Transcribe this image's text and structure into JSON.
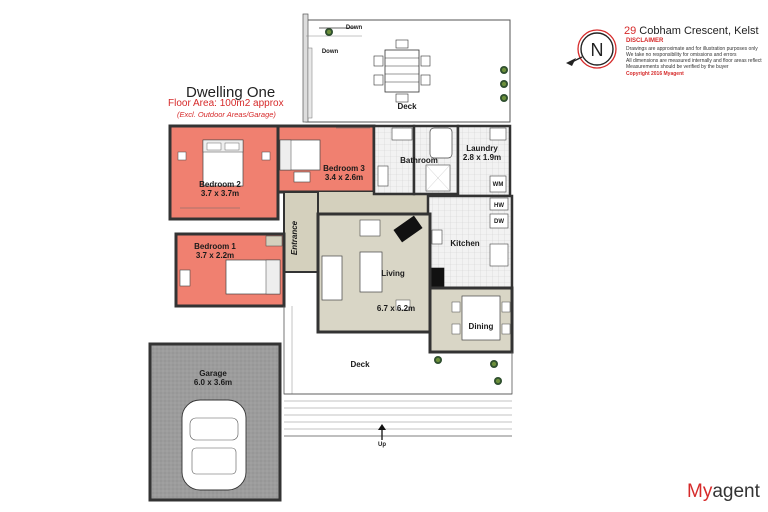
{
  "header": {
    "dwelling_title": "Dwelling One",
    "floor_area": "Floor Area: 100m2 approx",
    "floor_area_note": "(Excl. Outdoor Areas/Garage)"
  },
  "address": {
    "number": "29",
    "street": " Cobham Crescent, Kelst"
  },
  "disclaimer": {
    "title": "DISCLAIMER",
    "lines": [
      "Drawings are approximate and for illustration purposes only",
      "We take no responsibility for omissions and errors",
      "All dimensions are measured internally and floor areas reflect",
      "Measurements should be verified by the buyer"
    ],
    "copyright": "Copyright 2016   Myagent"
  },
  "compass": {
    "letter": "N"
  },
  "rooms": {
    "bedroom2": {
      "name": "Bedroom 2",
      "size": "3.7 x 3.7m"
    },
    "bedroom3": {
      "name": "Bedroom 3",
      "size": "3.4 x 2.6m"
    },
    "bedroom1": {
      "name": "Bedroom 1",
      "size": "3.7 x 2.2m"
    },
    "bathroom": {
      "name": "Bathroom"
    },
    "laundry": {
      "name": "Laundry",
      "size": "2.8 x 1.9m"
    },
    "kitchen": {
      "name": "Kitchen"
    },
    "living": {
      "name": "Living",
      "size": "6.7 x 6.2m"
    },
    "dining": {
      "name": "Dining"
    },
    "entrance": {
      "name": "Entrance"
    },
    "garage": {
      "name": "Garage",
      "size": "6.0 x 3.6m"
    }
  },
  "decks": {
    "upper": "Deck",
    "lower": "Deck"
  },
  "stairs": {
    "down_top": "Down",
    "down_left": "Down",
    "up": "Up"
  },
  "appliances": {
    "washer": "WM",
    "water_heater": "HW",
    "dishwasher": "DW"
  },
  "brand": {
    "my": "My",
    "agent": "agent"
  },
  "colors": {
    "bedroom_fill": "#f08070",
    "living_fill": "#d9d6c6",
    "entrance_fill": "#d4d0bd",
    "tile_fill": "#ececec",
    "wall": "#3a3a3a",
    "garage_fill": "#9a9a9a",
    "accent_red": "#d62a2a"
  }
}
